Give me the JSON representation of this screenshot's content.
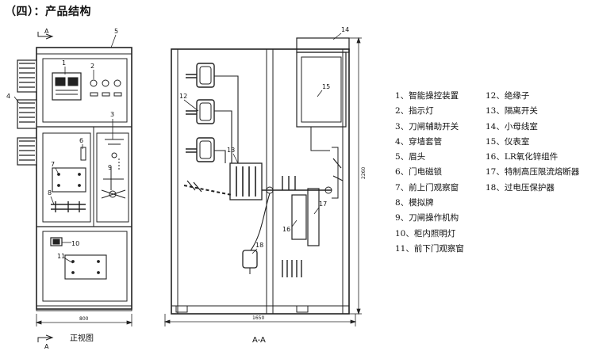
{
  "title": "（四）：产品结构",
  "views": {
    "front_caption": "正视图",
    "section_caption": "A-A",
    "section_marker_top": "A",
    "section_marker_bottom": "A",
    "front_width_dim": "800",
    "section_width_dim": "1650",
    "section_height_dim": "2260"
  },
  "callouts_front": [
    "1",
    "2",
    "3",
    "4",
    "5",
    "6",
    "7",
    "8",
    "9",
    "10",
    "11"
  ],
  "callouts_section": [
    "12",
    "13",
    "14",
    "15",
    "16",
    "17",
    "18"
  ],
  "legend_left": [
    "1、智能操控装置",
    "2、指示灯",
    "3、刀闸辅助开关",
    "4、穿墙套管",
    "5、眉头",
    "6、门电磁锁",
    "7、前上门观察窗",
    "8、模拟牌",
    "9、刀闸操作机构",
    "10、柜内照明灯",
    "11、前下门观察窗"
  ],
  "legend_right": [
    "12、绝缘子",
    "13、隔离开关",
    "14、小母线室",
    "15、仪表室",
    "16、LR氧化锌组件",
    "17、特制高压限流熔断器",
    "18、过电压保护器"
  ]
}
